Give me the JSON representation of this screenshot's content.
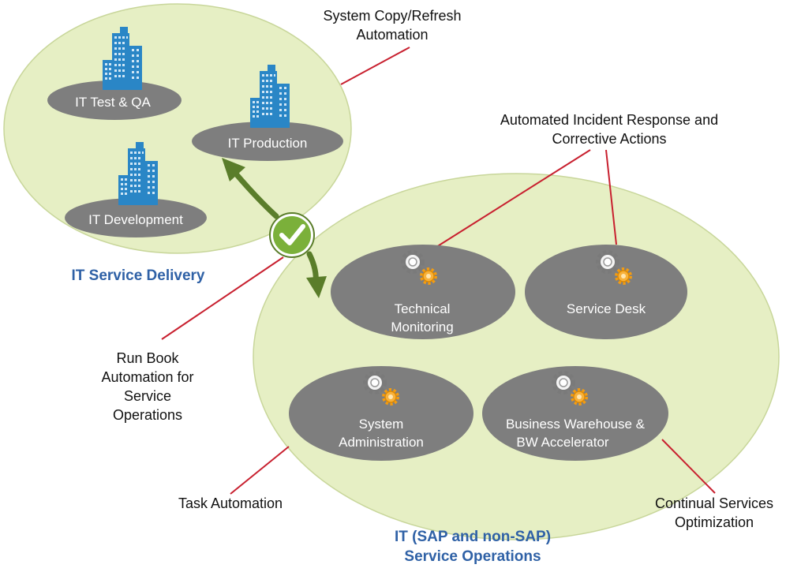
{
  "colors": {
    "cluster_fill": "#e6efc4",
    "cluster_stroke": "#c8d69a",
    "node_fill": "#7e7e7e",
    "node_text": "#ffffff",
    "building": "#2a86c6",
    "callout_line": "#c8202f",
    "arrow": "#5a7d2a",
    "check_fill": "#7bb03a",
    "heading_blue": "#2f61a6",
    "gear_gray": "#7a7a7a",
    "gear_orange": "#f39c12"
  },
  "delivery": {
    "heading": "IT Service Delivery",
    "nodes": [
      {
        "label": "IT Test & QA",
        "icon": "office-building-icon"
      },
      {
        "label": "IT Production",
        "icon": "office-building-icon"
      },
      {
        "label": "IT Development",
        "icon": "office-building-icon"
      }
    ]
  },
  "operations": {
    "heading_line1": "IT (SAP and non-SAP)",
    "heading_line2": "Service Operations",
    "nodes": [
      {
        "line1": "Technical",
        "line2": "Monitoring",
        "icon": "gears-icon"
      },
      {
        "line1": "Service Desk",
        "line2": "",
        "icon": "gears-icon"
      },
      {
        "line1": "System",
        "line2": "Administration",
        "icon": "gears-icon"
      },
      {
        "line1": "Business Warehouse &",
        "line2": "BW Accelerator",
        "icon": "gears-icon"
      }
    ]
  },
  "callouts": {
    "copy_refresh": [
      "System Copy/Refresh",
      "Automation"
    ],
    "incident": [
      "Automated Incident Response and",
      "Corrective Actions"
    ],
    "run_book": [
      "Run Book",
      "Automation for",
      "Service",
      "Operations"
    ],
    "task": [
      "Task Automation"
    ],
    "continual": [
      "Continual Services",
      "Optimization"
    ]
  },
  "connector_icon": "checkmark-icon"
}
